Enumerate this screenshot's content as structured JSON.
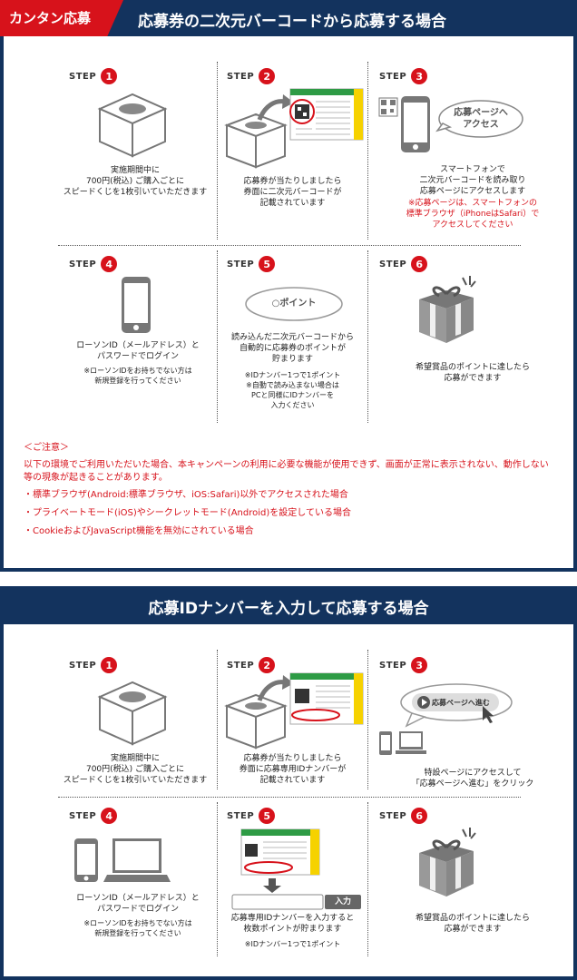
{
  "header1": {
    "tag": "カンタン応募",
    "title": "応募券の二次元バーコードから応募する場合"
  },
  "header2": {
    "title": "応募IDナンバーを入力して応募する場合"
  },
  "step_word": "STEP",
  "section1": {
    "steps": [
      {
        "num": "1",
        "text": "実施期間中に\n700円(税込) ご購入ごとに\nスピードくじを1枚引いていただきます"
      },
      {
        "num": "2",
        "text": "応募券が当たりしましたら\n券面に二次元バーコードが\n記載されています"
      },
      {
        "num": "3",
        "bubble": "応募ページへ\nアクセス",
        "text": "スマートフォンで\n二次元バーコードを読み取り\n応募ページにアクセスします",
        "note": "※応募ページは、スマートフォンの\n標準ブラウザ（iPhoneはSafari）で\nアクセスしてください"
      },
      {
        "num": "4",
        "text": "ローソンID（メールアドレス）と\nパスワードでログイン",
        "note": "※ローソンIDをお持ちでない方は\n新規登録を行ってください"
      },
      {
        "num": "5",
        "pill": "○ポイント",
        "text": "読み込んだ二次元バーコードから\n自動的に応募券のポイントが\n貯まります",
        "note": "※IDナンバー1つで1ポイント\n※自動で読み込まない場合は\nPCと同様にIDナンバーを\n入力ください"
      },
      {
        "num": "6",
        "text": "希望賞品のポイントに達したら\n応募ができます"
      }
    ],
    "notes": {
      "heading": "＜ご注意＞",
      "body": "以下の環境でご利用いただいた場合、本キャンペーンの利用に必要な機能が使用できず、画面が正常に表示されない、動作しない等の現象が起きることがあります。",
      "items": [
        "・標準ブラウザ(Android:標準ブラウザ、iOS:Safari)以外でアクセスされた場合",
        "・プライベートモード(iOS)やシークレットモード(Android)を設定している場合",
        "・CookieおよびJavaScript機能を無効にされている場合"
      ]
    }
  },
  "section2": {
    "steps": [
      {
        "num": "1",
        "text": "実施期間中に\n700円(税込) ご購入ごとに\nスピードくじを1枚引いていただきます"
      },
      {
        "num": "2",
        "text": "応募券が当たりしましたら\n券面に応募専用IDナンバーが\n記載されています"
      },
      {
        "num": "3",
        "bubble": "応募ページへ進む",
        "text": "特設ページにアクセスして\n「応募ページへ進む」をクリック"
      },
      {
        "num": "4",
        "text": "ローソンID（メールアドレス）と\nパスワードでログイン",
        "note": "※ローソンIDをお持ちでない方は\n新規登録を行ってください"
      },
      {
        "num": "5",
        "input_button": "入力",
        "text": "応募専用IDナンバーを入力すると\n枚数ポイントが貯まります",
        "note": "※IDナンバー1つで1ポイント"
      },
      {
        "num": "6",
        "text": "希望賞品のポイントに達したら\n応募ができます"
      }
    ]
  },
  "colors": {
    "navy": "#13335e",
    "red": "#d7121b",
    "gray": "#888888",
    "green": "#2e9b45",
    "yellow": "#f6d200"
  }
}
